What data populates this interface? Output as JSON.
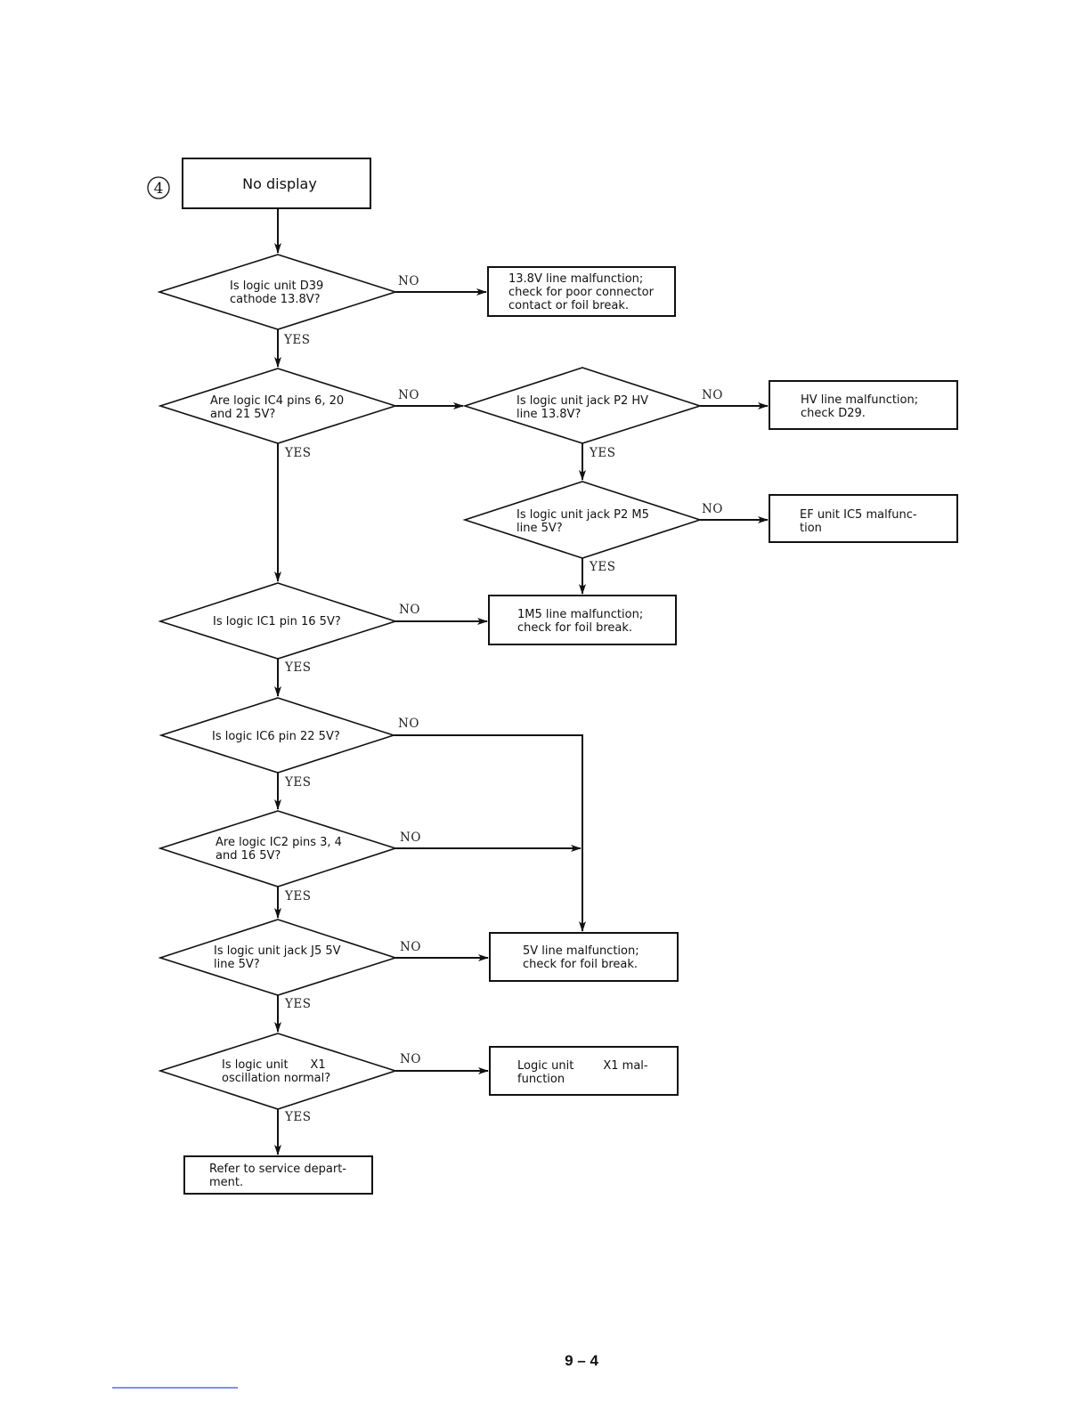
{
  "section_marker": "4",
  "start": {
    "text": "No display"
  },
  "decisions": {
    "d1": [
      "Is logic unit D39",
      "cathode 13.8V?"
    ],
    "d2": [
      "Are logic IC4 pins 6, 20",
      "and 21 5V?"
    ],
    "d3": [
      "Is logic unit jack P2 HV",
      "line 13.8V?"
    ],
    "d4": [
      "Is logic unit jack P2 M5",
      "line 5V?"
    ],
    "d5": [
      "Is logic IC1 pin 16 5V?"
    ],
    "d6": [
      "Is logic IC6 pin 22 5V?"
    ],
    "d7": [
      "Are logic IC2 pins 3, 4",
      "and 16 5V?"
    ],
    "d8": [
      "Is logic unit jack J5 5V",
      "line 5V?"
    ],
    "d9": [
      "Is logic unit      X1",
      "oscillation normal?"
    ]
  },
  "results": {
    "r1": [
      "13.8V line malfunction;",
      "check for poor connector",
      "contact or foil break."
    ],
    "r2": [
      "HV line malfunction;",
      "check D29."
    ],
    "r3": [
      "EF unit IC5 malfunc-",
      "tion"
    ],
    "r4": [
      "1M5 line malfunction;",
      "check for foil break."
    ],
    "r5": [
      "5V line malfunction;",
      "check for foil break."
    ],
    "r6": [
      "Logic unit        X1 mal-",
      "function"
    ],
    "r7": [
      "Refer to service depart-",
      "ment."
    ]
  },
  "branch_labels": {
    "yes": "YES",
    "no": "NO"
  },
  "page_number": "9 – 4"
}
